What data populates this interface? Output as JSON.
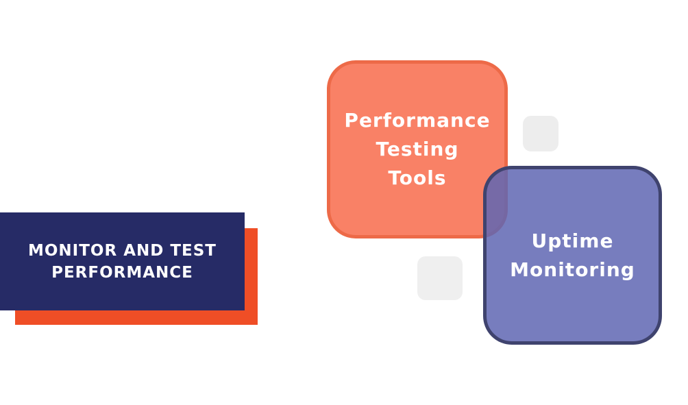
{
  "background_color": "#FFFFFF",
  "title_block": {
    "text": "MONITOR AND TEST PERFORMANCE",
    "lines": [
      "MONITOR AND TEST",
      "PERFORMANCE"
    ],
    "bg_color": "#262B66",
    "shadow_color": "#EF4E26",
    "text_color": "#FFFFFF"
  },
  "nodes": [
    {
      "id": "performance-testing-tools",
      "text": "Performance Testing Tools",
      "lines": [
        "Performance",
        "Testing",
        "Tools"
      ],
      "fill": "#F98166",
      "border": "#ED6A48",
      "text_color": "#FFFFFF"
    },
    {
      "id": "uptime-monitoring",
      "text": "Uptime Monitoring",
      "lines": [
        "Uptime",
        "Monitoring"
      ],
      "fill": "rgba(95, 102, 179, 0.85)",
      "border": "#3F436E",
      "text_color": "#FFFFFF"
    }
  ],
  "decorations": [
    {
      "shape": "rounded-square",
      "position": "top-right",
      "color": "#EDEDED"
    },
    {
      "shape": "rounded-square",
      "position": "bottom-middle",
      "color": "#EFEFEF"
    }
  ]
}
